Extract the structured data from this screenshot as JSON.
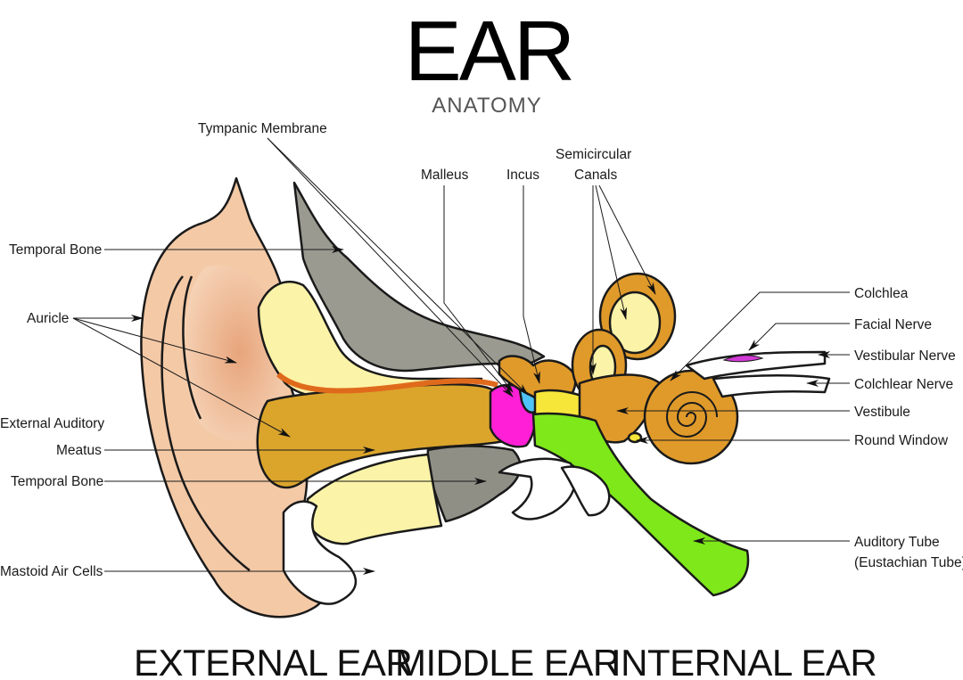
{
  "title": "EAR",
  "subtitle": "ANATOMY",
  "labels": {
    "temporal_bone_upper": "Temporal Bone",
    "auricle": "Auricle",
    "external_auditory_1": "External Auditory",
    "external_auditory_2": "Meatus",
    "temporal_bone_lower": "Temporal Bone",
    "mastoid_air_cells": "Mastoid Air Cells",
    "tympanic_membrane": "Tympanic Membrane",
    "malleus": "Malleus",
    "incus": "Incus",
    "semicircular_1": "Semicircular",
    "semicircular_2": "Canals",
    "cochlea": "Colchlea",
    "facial_nerve": "Facial Nerve",
    "vestibular_nerve": "Vestibular Nerve",
    "cochlear_nerve": "Colchlear Nerve",
    "vestibule": "Vestibule",
    "round_window": "Round Window",
    "auditory_tube_1": "Auditory Tube",
    "auditory_tube_2": "(Eustachian Tube)"
  },
  "sections": {
    "external": "EXTERNAL EAR",
    "middle": "MIDDLE EAR",
    "internal": "INTERNAL EAR"
  },
  "colors": {
    "skin": "#f4c9a6",
    "skin_dark": "#d9956b",
    "bone_pale": "#fbf3a8",
    "bone_gray": "#9a9a90",
    "canal_gold": "#dba52c",
    "membrane_orange": "#e06a1c",
    "malleus_magenta": "#ff1fd6",
    "incus_blue": "#4fc3f7",
    "cochlea_orange": "#e09a2a",
    "vestibule_yellow": "#f6e63a",
    "tube_green": "#7ee81a",
    "nerve_purple": "#d23ad6"
  }
}
